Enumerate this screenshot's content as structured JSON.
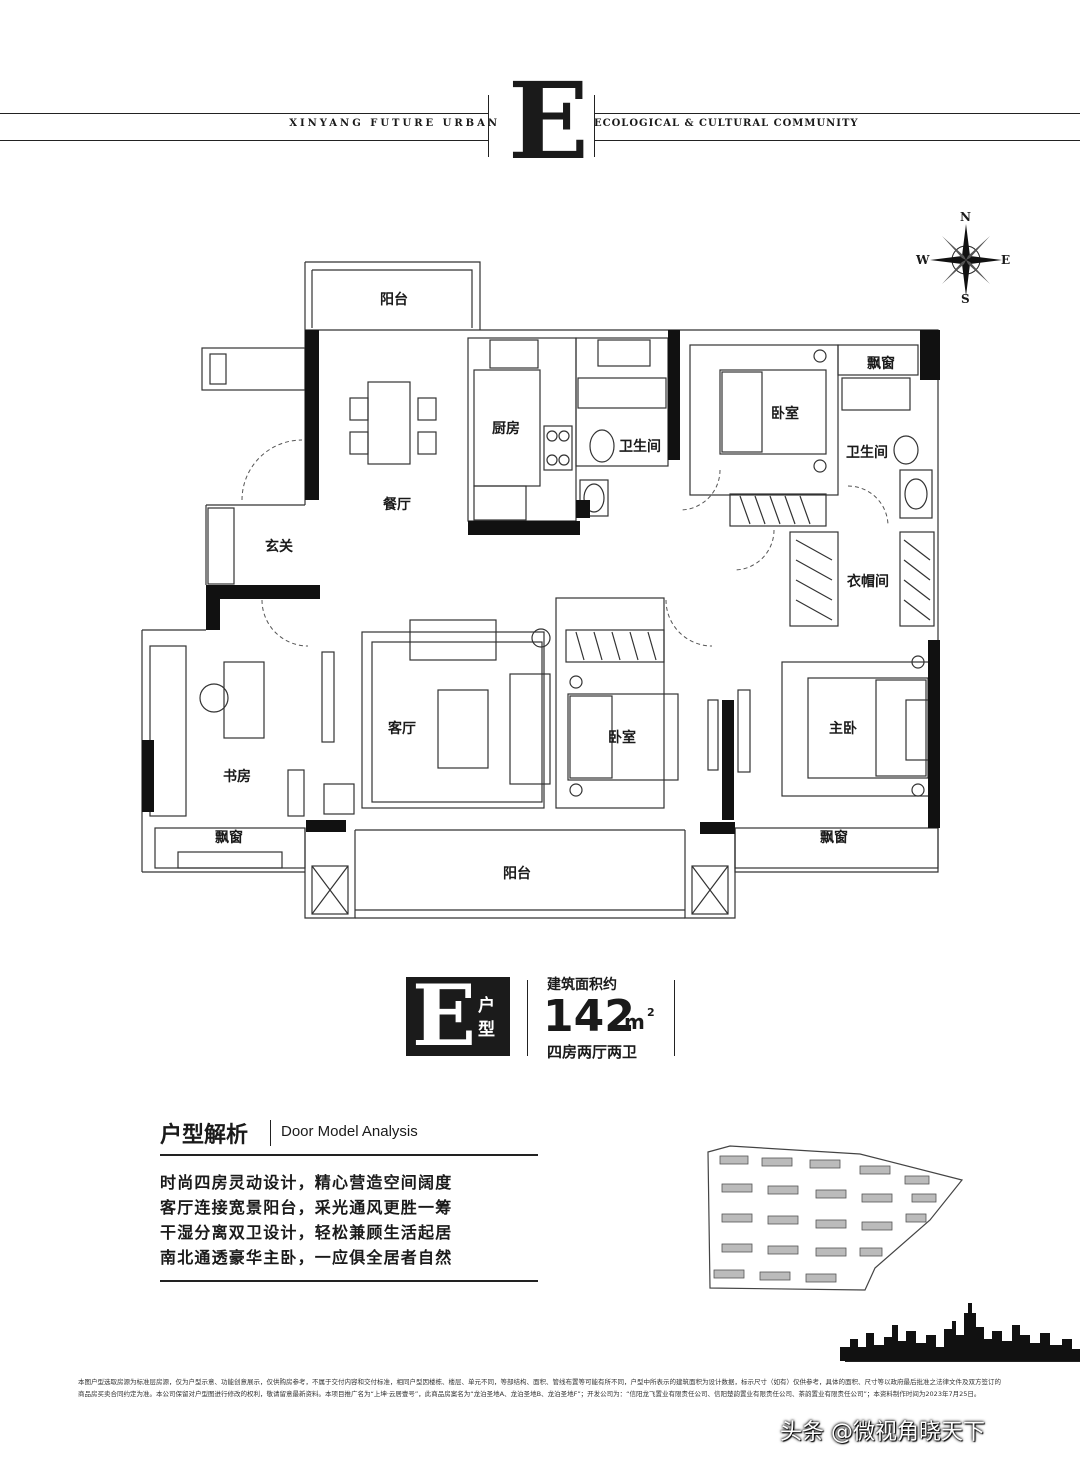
{
  "header": {
    "left_text": "XINYANG FUTURE URBAN",
    "letter": "E",
    "right_text": "ECOLOGICAL & CULTURAL COMMUNITY"
  },
  "compass": {
    "n": "N",
    "s": "S",
    "e": "E",
    "w": "W"
  },
  "rooms": {
    "balcony_top": "阳台",
    "dining": "餐厅",
    "kitchen": "厨房",
    "bath1": "卫生间",
    "bedroom_ne": "卧室",
    "bay_window_ne": "飘窗",
    "bath2": "卫生间",
    "entrance": "玄关",
    "cloakroom": "衣帽间",
    "living": "客厅",
    "bedroom_mid": "卧室",
    "master": "主卧",
    "study": "书房",
    "bay_window_sw": "飘窗",
    "bay_window_se": "飘窗",
    "balcony_bottom": "阳台"
  },
  "unit": {
    "letter": "E",
    "type_label": "户型",
    "area_label": "建筑面积约",
    "area_value": "142",
    "area_unit": "m",
    "area_sup": "2",
    "layout": "四房两厅两卫"
  },
  "analysis": {
    "title": "户型解析",
    "title_en": "Door Model Analysis",
    "lines": [
      "时尚四房灵动设计，精心营造空间阔度",
      "客厅连接宽景阳台，采光通风更胜一筹",
      "干湿分离双卫设计，轻松兼顾生活起居",
      "南北通透豪华主卧，一应俱全居者自然"
    ]
  },
  "disclaimer": [
    "本图户型选取房源为标准层房源，仅为户型示意、功能创意展示，仅供购房参考，不属于交付内容和交付标准，相同户型因楼栋、楼层、单元不同，等部结构、面积、管线布置等可能有所不同，户型中所表示的建筑面积为设计数据，标示尺寸（如有）仅供参考，具体的面积、尺寸等以政府最后批准之法律文件及双方签订的",
    "商品房买卖合同约定为准。本公司保留对户型图进行修改的权利，敬请留意最新资料。本项目推广名为“上坤·云居壹号”，此商品房案名为“龙泊圣地A、龙泊圣地B、龙泊圣地F”；开发公司为：“信阳龙飞置业有限责任公司、信阳楚韵置业有限责任公司、茶韵置业有限责任公司”；本资料制作时间为2023年7月25日。"
  ],
  "watermark": "头条 @微视角晓天下"
}
